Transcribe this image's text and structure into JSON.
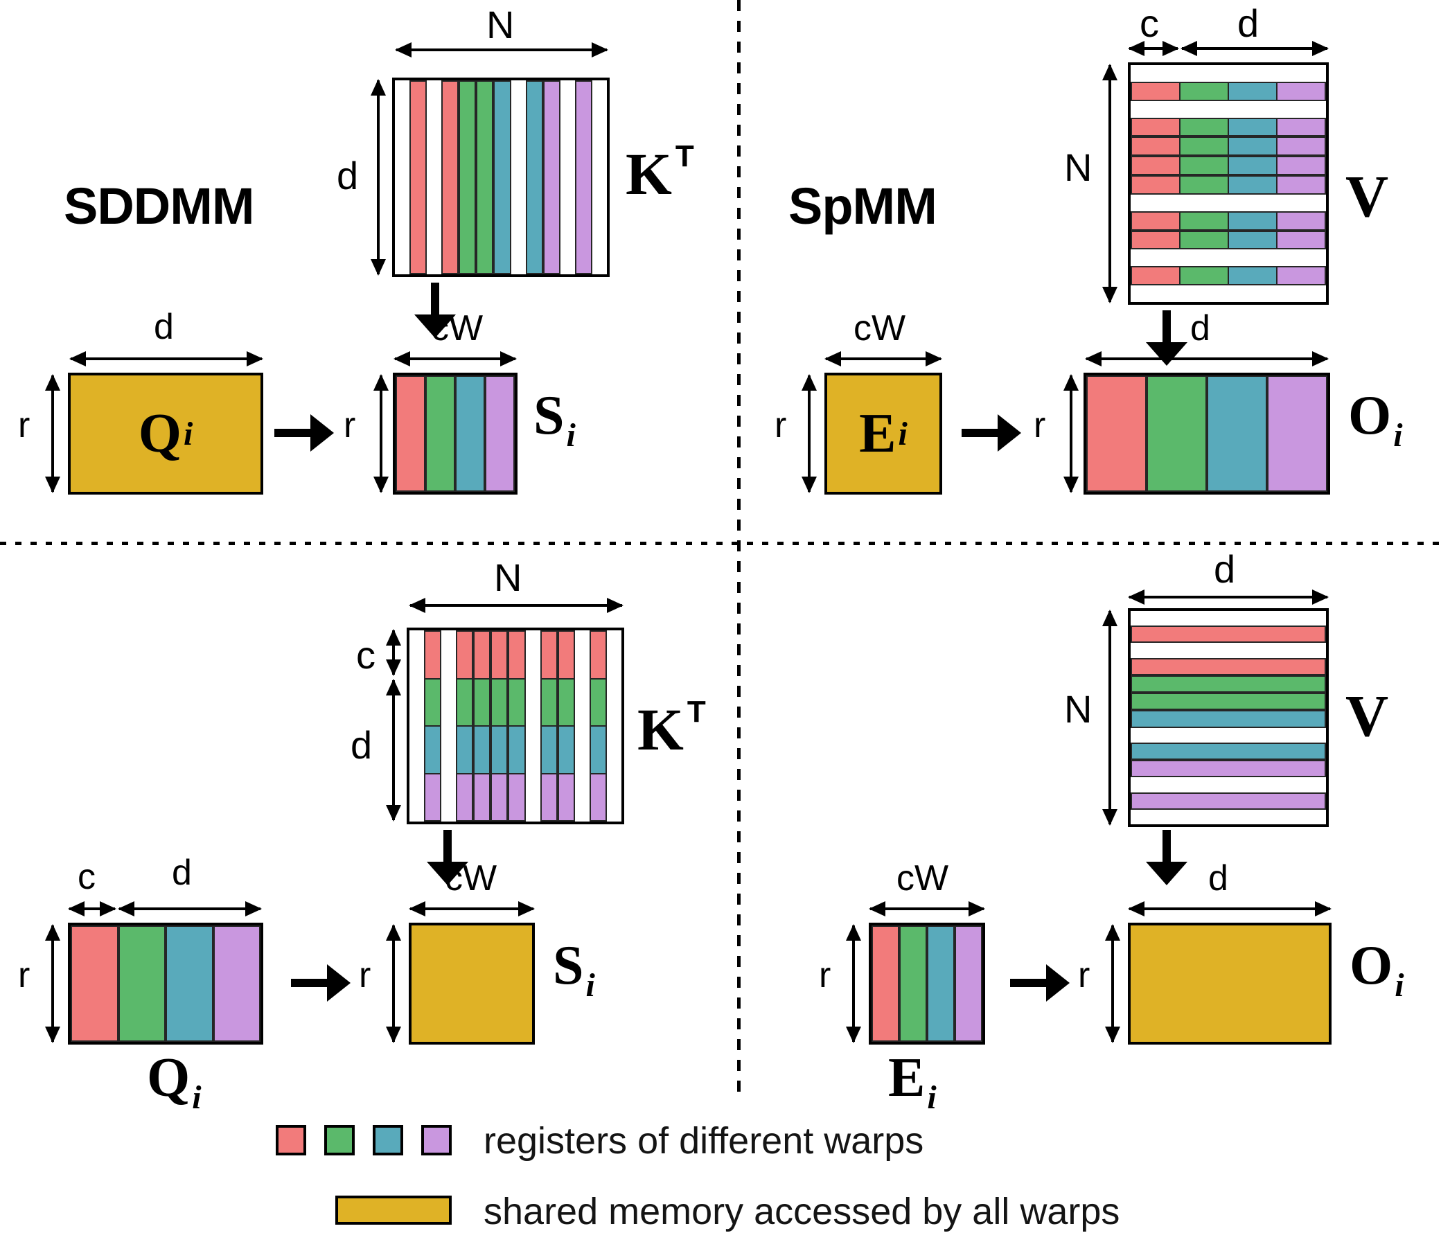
{
  "titles": {
    "sddmm": "SDDMM",
    "spmm": "SpMM"
  },
  "dims": {
    "N": "N",
    "d": "d",
    "c": "c",
    "r": "r",
    "cW": "cW"
  },
  "matrices": {
    "K": "K",
    "K_sup": "T",
    "V": "V",
    "Q": "Q",
    "S": "S",
    "E": "E",
    "O": "O",
    "sub_i": "i"
  },
  "colors": {
    "r": "#F27B7B",
    "g": "#5BB96B",
    "t": "#59AABB",
    "p": "#C997DF",
    "yellow": "#DFB226",
    "stripe_border": "#262626",
    "black": "#000000"
  },
  "patterns": {
    "warp_order": [
      "r",
      "g",
      "t",
      "p"
    ],
    "kt_top_cols": [
      "w",
      "r",
      "w",
      "r",
      "g",
      "g",
      "t",
      "w",
      "t",
      "p",
      "w",
      "p",
      "w"
    ],
    "v_top_rows": [
      "w",
      "c",
      "w",
      "c",
      "c",
      "c",
      "c",
      "w",
      "c",
      "c",
      "w",
      "c",
      "w"
    ],
    "kt_bottom_cols": [
      "w",
      "c",
      "w",
      "c",
      "c",
      "c",
      "c",
      "w",
      "c",
      "c",
      "w",
      "c",
      "w"
    ],
    "v_bottom_rows": [
      "w",
      "r",
      "w",
      "r",
      "g",
      "g",
      "t",
      "w",
      "t",
      "p",
      "w",
      "p",
      "w"
    ]
  },
  "legend": {
    "registers_text": "registers of different warps",
    "shared_text": "shared memory accessed by all warps"
  }
}
